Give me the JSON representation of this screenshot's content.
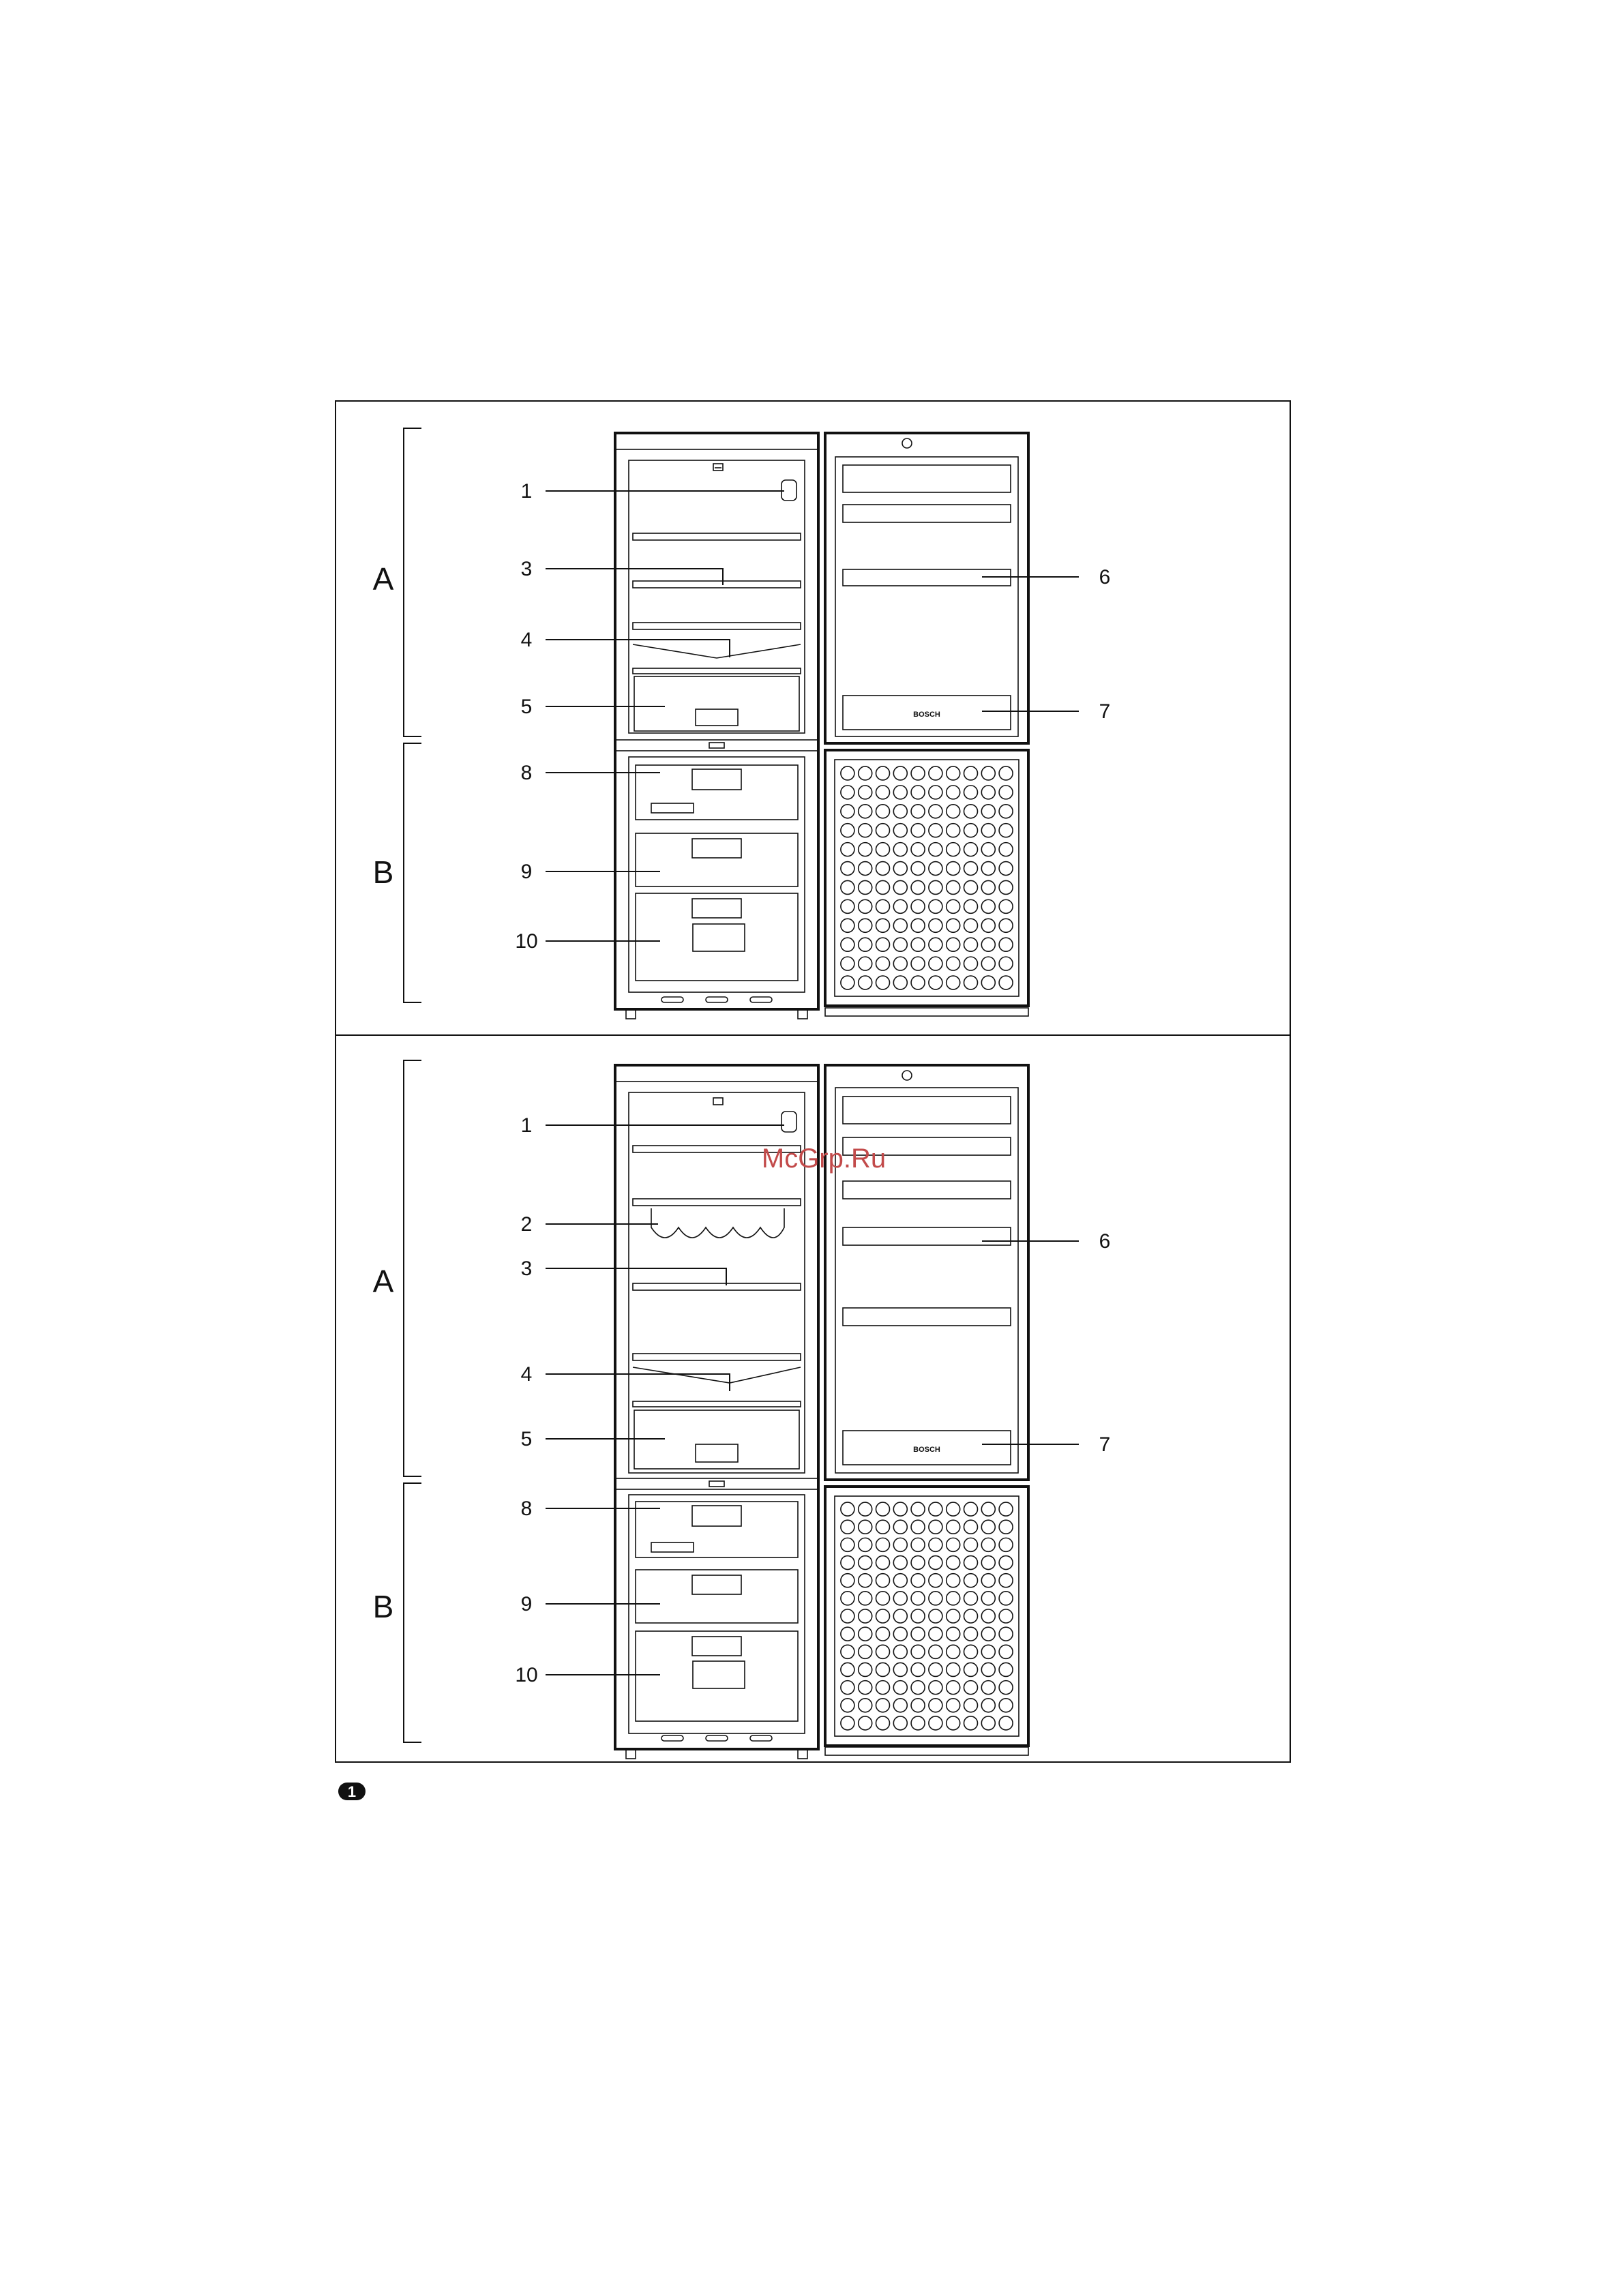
{
  "figure_badge": "1",
  "watermark": "McGrp.Ru",
  "brand_mark": "BOSCH",
  "panels": [
    {
      "sections": [
        {
          "label": "A"
        },
        {
          "label": "B"
        }
      ],
      "callouts": [
        {
          "num": "1"
        },
        {
          "num": "3"
        },
        {
          "num": "4"
        },
        {
          "num": "5"
        },
        {
          "num": "8"
        },
        {
          "num": "9"
        },
        {
          "num": "10"
        },
        {
          "num": "6"
        },
        {
          "num": "7"
        }
      ]
    },
    {
      "sections": [
        {
          "label": "A"
        },
        {
          "label": "B"
        }
      ],
      "callouts": [
        {
          "num": "1"
        },
        {
          "num": "2"
        },
        {
          "num": "3"
        },
        {
          "num": "4"
        },
        {
          "num": "5"
        },
        {
          "num": "8"
        },
        {
          "num": "9"
        },
        {
          "num": "10"
        },
        {
          "num": "6"
        },
        {
          "num": "7"
        }
      ]
    }
  ]
}
